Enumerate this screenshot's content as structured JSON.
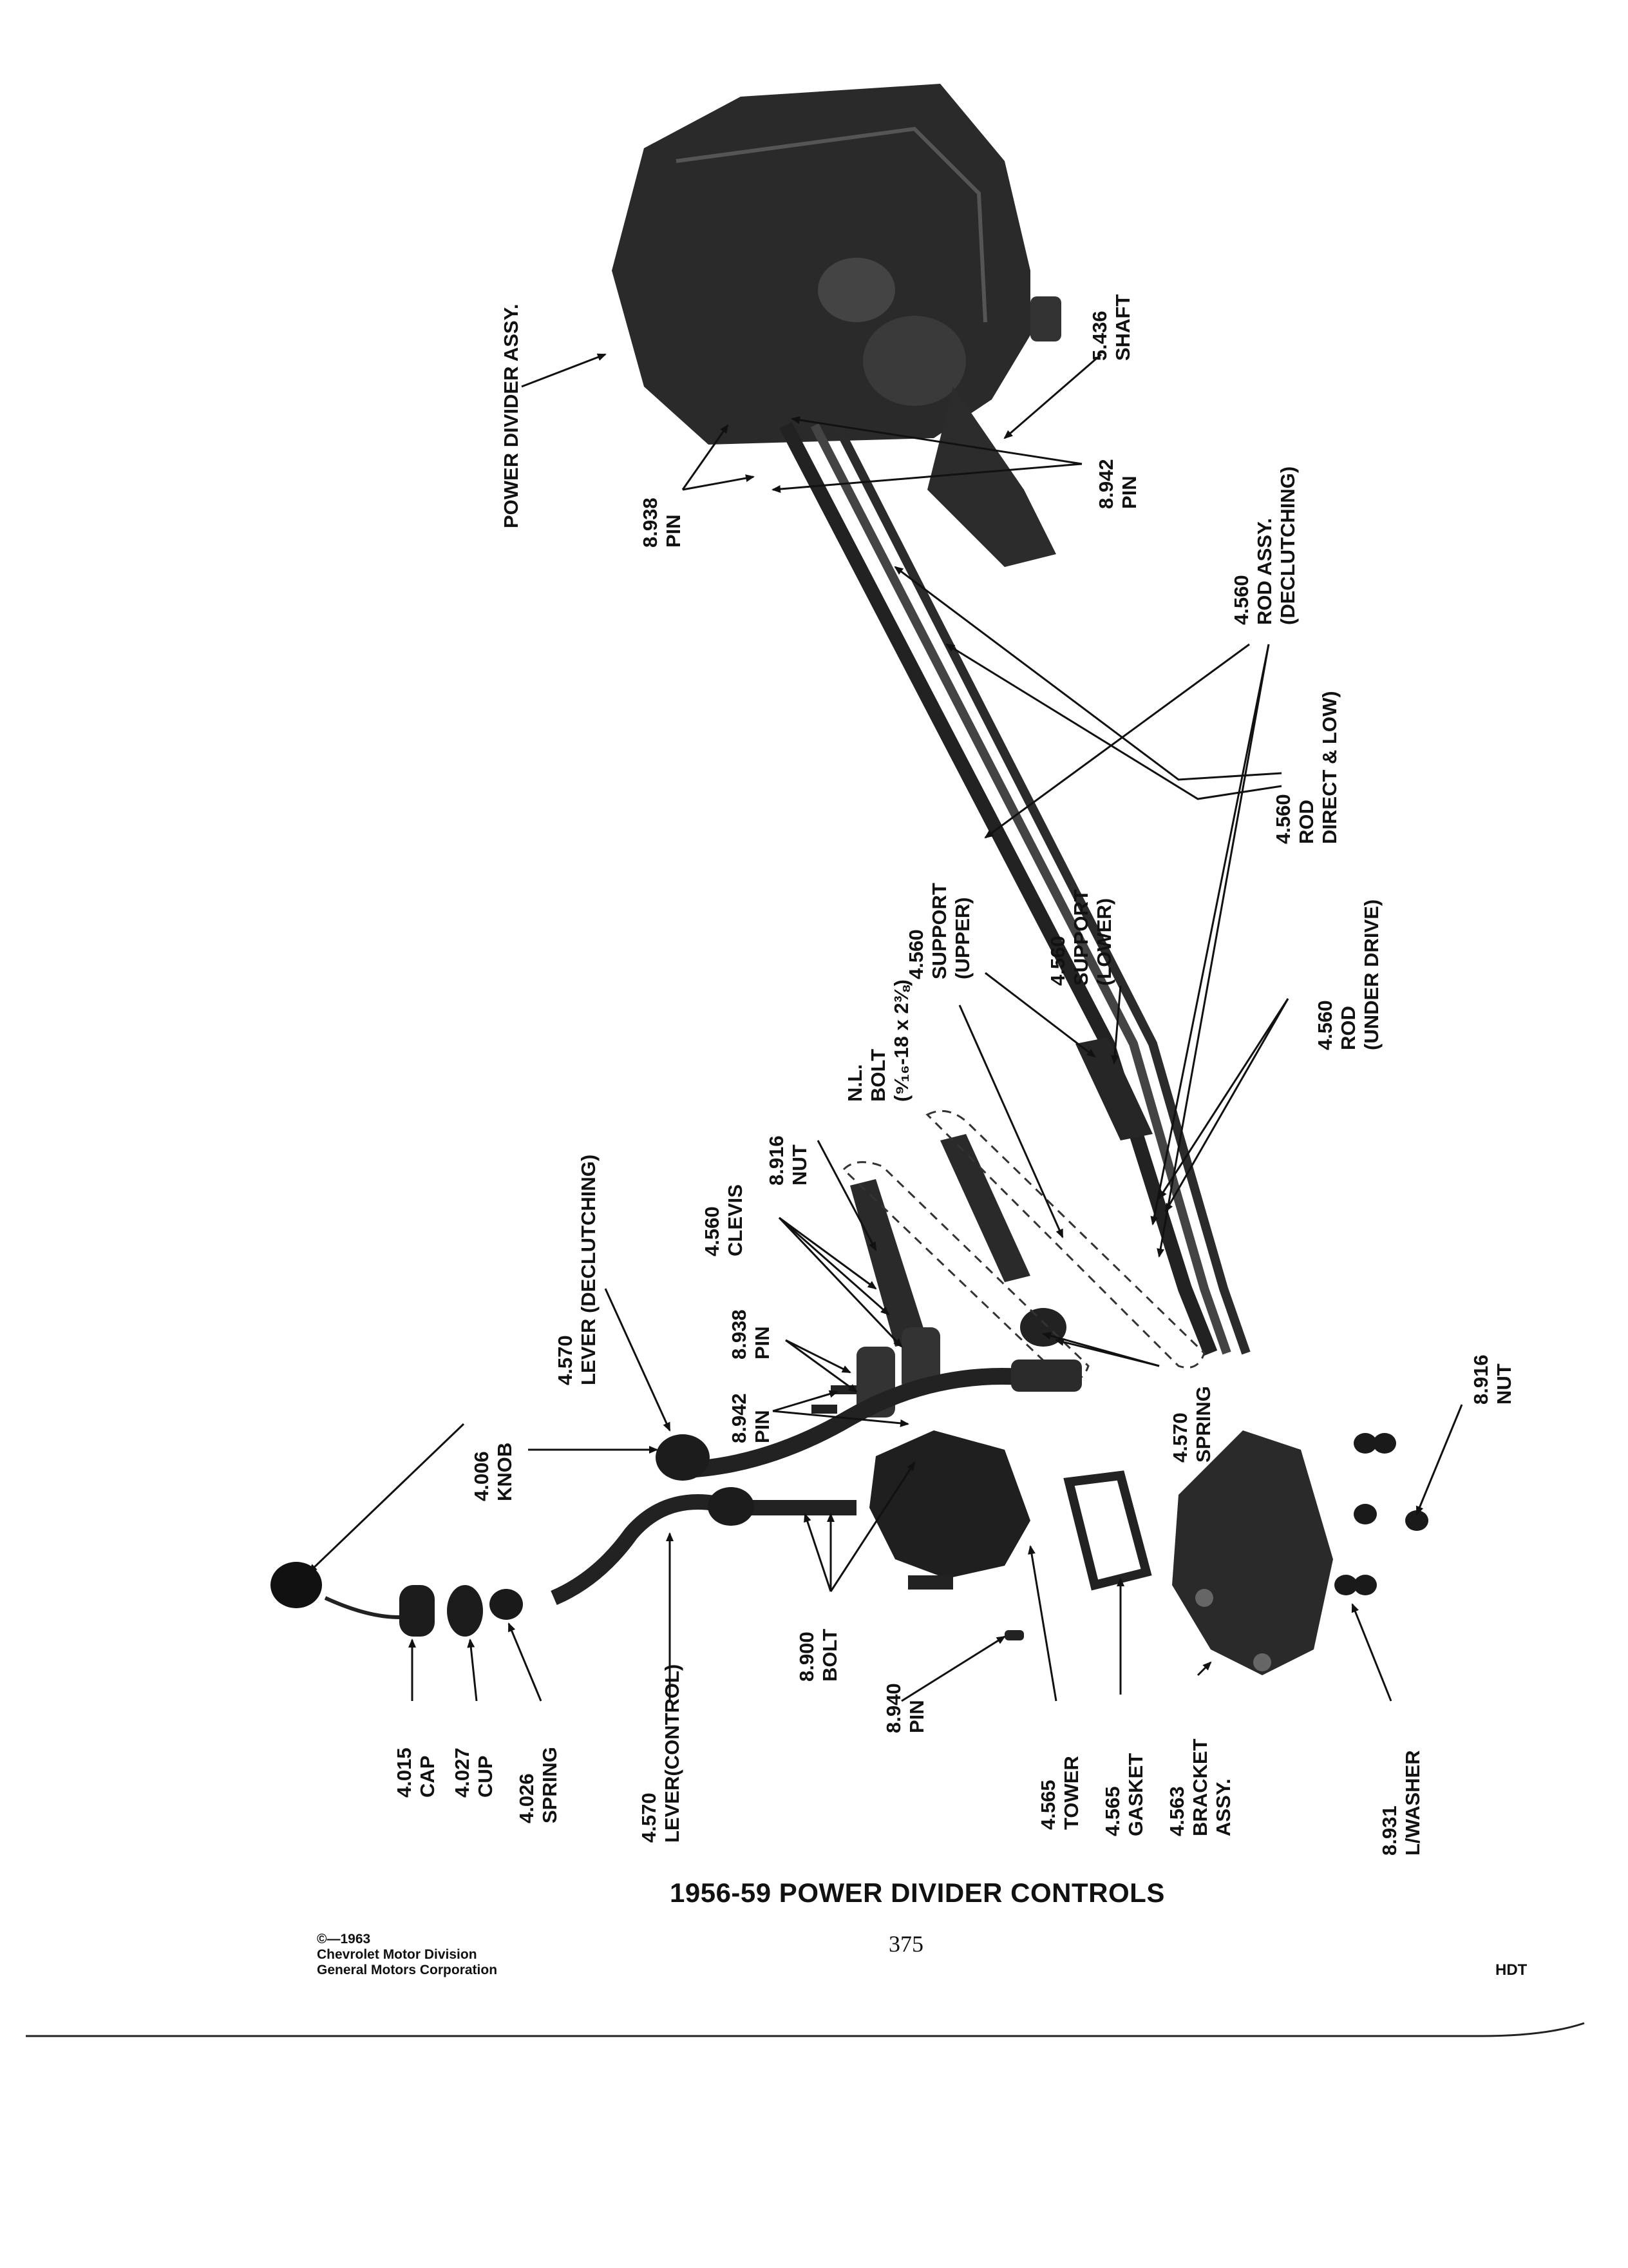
{
  "title": "1956-59 POWER DIVIDER CONTROLS",
  "page_number": "375",
  "copyright": [
    "©—1963",
    "Chevrolet Motor Division",
    "General Motors Corporation"
  ],
  "code": "HDT",
  "labels": {
    "power_divider": [
      "POWER DIVIDER ASSY."
    ],
    "shaft": [
      "5.436",
      "SHAFT"
    ],
    "pin_8938_top": [
      "8.938",
      "PIN"
    ],
    "pin_8942_top": [
      "8.942",
      "PIN"
    ],
    "rod_declutching": [
      "4.560",
      "ROD ASSY.",
      "(DECLUTCHING)"
    ],
    "rod_direct_low": [
      "4.560",
      "ROD",
      "DIRECT & LOW)"
    ],
    "support_upper": [
      "4.560",
      "SUPPORT",
      "(UPPER)"
    ],
    "support_lower": [
      "4.560",
      "SUPPORT",
      "(LOWER)"
    ],
    "rod_under_drive": [
      "4.560",
      "ROD",
      "(UNDER DRIVE)"
    ],
    "nl_bolt": [
      "N.L.",
      "BOLT",
      "(⁹⁄₁₆-18 x 2⅜)"
    ],
    "nut_8916_left": [
      "8.916",
      "NUT"
    ],
    "clevis": [
      "4.560",
      "CLEVIS"
    ],
    "lever_declutching": [
      "4.570",
      "LEVER (DECLUTCHING)"
    ],
    "pin_8938_mid": [
      "8.938",
      "PIN"
    ],
    "pin_8942_mid": [
      "8.942",
      "PIN"
    ],
    "spring_4570": [
      "4.570",
      "SPRING"
    ],
    "knob": [
      "4.006",
      "KNOB"
    ],
    "nut_8916_right": [
      "8.916",
      "NUT"
    ],
    "bolt_8900": [
      "8.900",
      "BOLT"
    ],
    "pin_8940": [
      "8.940",
      "PIN"
    ],
    "cap": [
      "4.015",
      "CAP"
    ],
    "cup": [
      "4.027",
      "CUP"
    ],
    "spring_4026": [
      "4.026",
      "SPRING"
    ],
    "lever_control": [
      "4.570",
      "LEVER(CONTROL)"
    ],
    "tower": [
      "4.565",
      "TOWER"
    ],
    "gasket": [
      "4.565",
      "GASKET"
    ],
    "bracket": [
      "4.563",
      "BRACKET",
      "ASSY."
    ],
    "lwasher": [
      "8.931",
      "L/WASHER"
    ]
  }
}
